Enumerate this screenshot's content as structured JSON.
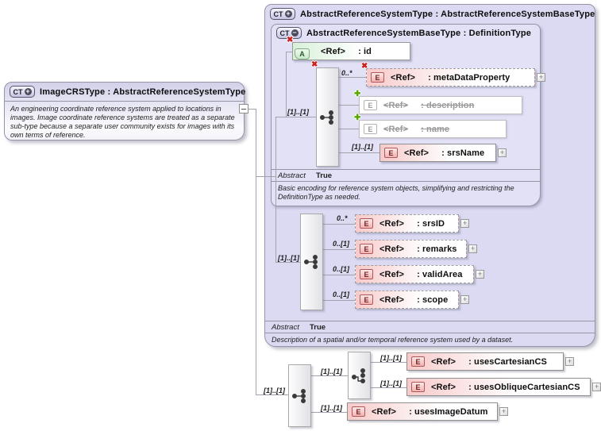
{
  "icons": {
    "ct": "CT",
    "plus": "+",
    "minus": "−",
    "expand": "+",
    "removed": "✖",
    "added": "✚",
    "element": "E",
    "attribute": "A"
  },
  "colors": {
    "panel_lavender": "#dbdaf2",
    "element_pink": "#f7caca",
    "attribute_green": "#d8f0d8",
    "removed_red": "#cc2020",
    "added_green": "#56a800"
  },
  "left_box": {
    "title": "ImageCRSType : AbstractReferenceSystemType",
    "description": "An engineering coordinate reference system applied to locations in images. Image coordinate reference systems are treated as a separate sub-type because a separate user community exists for images with its own terms of reference."
  },
  "outer_box": {
    "title": "AbstractReferenceSystemType : AbstractReferenceSystemBaseType",
    "abstract_label": "Abstract",
    "abstract_value": "True",
    "footer": "Description of a spatial and/or temporal reference system used by a dataset."
  },
  "inner_box": {
    "title": "AbstractReferenceSystemBaseType : DefinitionType",
    "abstract_label": "Abstract",
    "abstract_value": "True",
    "footer": "Basic encoding for reference system objects, simplifying and restricting the DefinitionType as needed.",
    "attribute": {
      "ref": "<Ref>",
      "name": ": id"
    },
    "sequence_cardinality": "[1]..[1]",
    "elements": [
      {
        "occurs": "0..*",
        "ref": "<Ref>",
        "name": ": metaDataProperty"
      },
      {
        "occurs": "",
        "ref": "<Ref>",
        "name": ": description"
      },
      {
        "occurs": "",
        "ref": "<Ref>",
        "name": ": name"
      },
      {
        "occurs": "[1]..[1]",
        "ref": "<Ref>",
        "name": ": srsName"
      }
    ]
  },
  "outer_sequence": {
    "cardinality": "[1]..[1]",
    "elements": [
      {
        "occurs": "0..*",
        "ref": "<Ref>",
        "name": ": srsID"
      },
      {
        "occurs": "0..[1]",
        "ref": "<Ref>",
        "name": ": remarks"
      },
      {
        "occurs": "0..[1]",
        "ref": "<Ref>",
        "name": ": validArea"
      },
      {
        "occurs": "0..[1]",
        "ref": "<Ref>",
        "name": ": scope"
      }
    ]
  },
  "bottom_group": {
    "cardinality": "[1]..[1]",
    "branch_cardinality": "[1]..[1]",
    "elements": [
      {
        "occurs": "[1]..[1]",
        "ref": "<Ref>",
        "name": ": usesCartesianCS"
      },
      {
        "occurs": "[1]..[1]",
        "ref": "<Ref>",
        "name": ": usesObliqueCartesianCS"
      },
      {
        "occurs": "[1]..[1]",
        "ref": "<Ref>",
        "name": ": usesImageDatum"
      }
    ]
  }
}
